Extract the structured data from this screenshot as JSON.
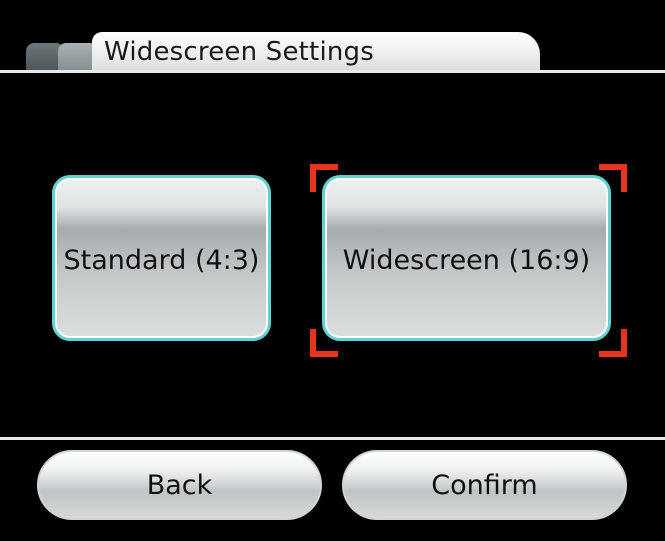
{
  "header": {
    "title": "Widescreen Settings"
  },
  "options": [
    {
      "label": "Standard (4:3)",
      "selected": false
    },
    {
      "label": "Widescreen (16:9)",
      "selected": true
    }
  ],
  "footer": {
    "back_label": "Back",
    "confirm_label": "Confirm"
  },
  "colors": {
    "accent_border": "#5ed3d0",
    "selection_bracket": "#e8331f",
    "background": "#000000"
  }
}
